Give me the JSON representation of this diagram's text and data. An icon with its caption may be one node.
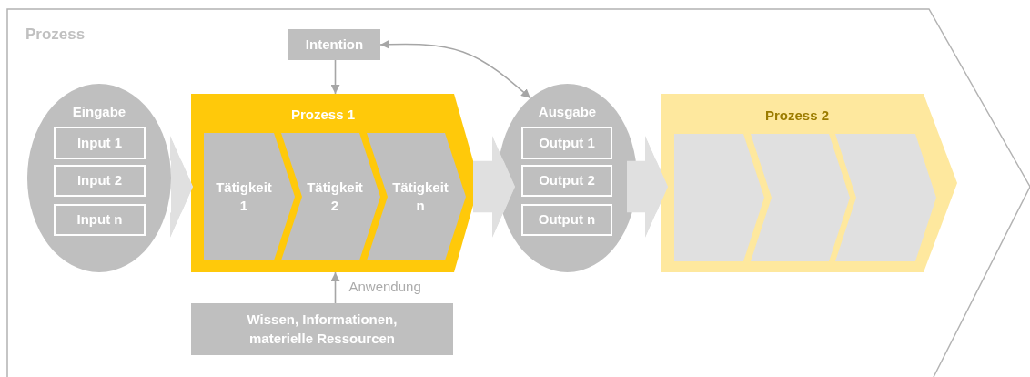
{
  "diagram": {
    "nodes": [
      {
        "text": [
          "Prozess"
        ]
      },
      {
        "text": [
          "Intention"
        ],
        "in": 0
      },
      {
        "text": [
          "Eingabe"
        ],
        "in": 0
      },
      {
        "text": [
          "Input 1"
        ],
        "in": 2
      },
      {
        "text": [
          "Input 2"
        ],
        "in": 2
      },
      {
        "text": [
          "Input n"
        ],
        "in": 2
      },
      {
        "text": [
          "Prozess 1"
        ],
        "in": 0
      },
      {
        "text": [
          "Tätigkeit 1"
        ],
        "in": 6
      },
      {
        "text": [
          "Tätigkeit 2"
        ],
        "in": 6
      },
      {
        "text": [
          "Tätigkeit n"
        ],
        "in": 6
      },
      {
        "text": [
          "Ausgabe"
        ],
        "in": 0
      },
      {
        "text": [
          "Output 1"
        ],
        "in": 10
      },
      {
        "text": [
          "Output 2"
        ],
        "in": 10
      },
      {
        "text": [
          "Output n"
        ],
        "in": 10
      },
      {
        "text": [
          "Prozess 2"
        ],
        "in": 0
      },
      {
        "text": [],
        "shape": "chevron",
        "in": 14
      },
      {
        "text": [],
        "shape": "chevron",
        "in": 14
      },
      {
        "text": [],
        "shape": "chevron",
        "in": 14
      },
      {
        "text": [
          "Wissen, Informationen, materielle Ressourcen"
        ],
        "in": 0
      }
    ],
    "edges": [
      {
        "from": 1,
        "to": 6,
        "arrow": "to"
      },
      {
        "from": 1,
        "to": 10,
        "arrow": "both"
      },
      {
        "from": 2,
        "to": 6,
        "arrow": "to",
        "style": "thick",
        "color": "#e0e0e0"
      },
      {
        "from": 6,
        "to": 10,
        "arrow": "to",
        "style": "thick",
        "color": "#e0e0e0"
      },
      {
        "from": 10,
        "to": 14,
        "arrow": "to",
        "style": "thick",
        "color": "#e0e0e0"
      },
      {
        "from": 18,
        "to": 6,
        "arrow": "to",
        "label": "Anwendung"
      }
    ]
  }
}
